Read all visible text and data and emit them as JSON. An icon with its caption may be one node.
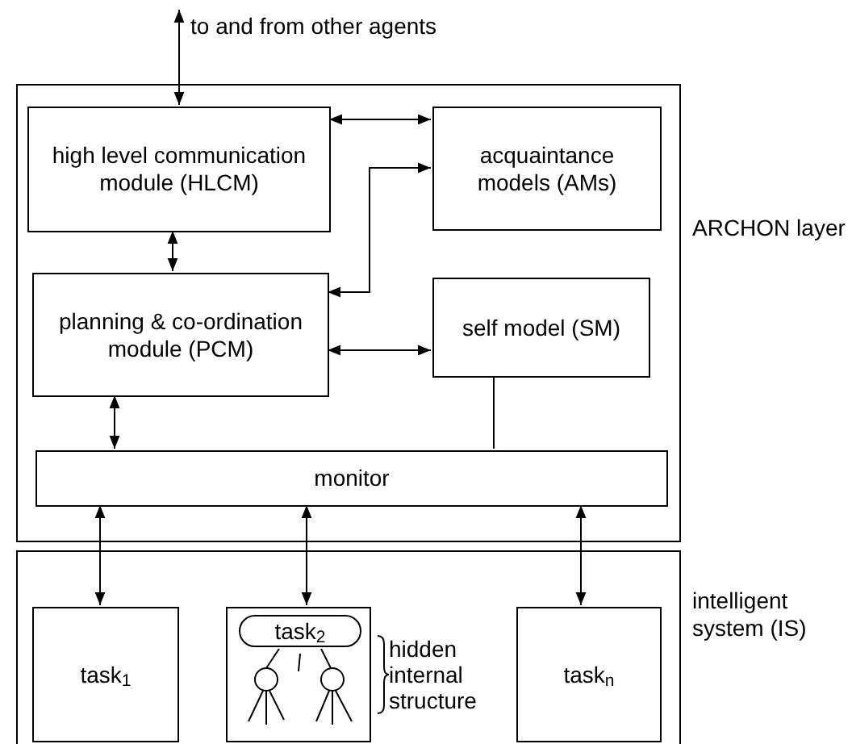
{
  "diagram": {
    "nodes": [
      {
        "text": [
          "ARCHON layer"
        ]
      },
      {
        "text": [
          "high level communication module (HLCM)"
        ],
        "in": 0
      },
      {
        "text": [
          "acquaintance models (AMs)"
        ],
        "in": 0
      },
      {
        "text": [
          "planning & co-ordination module (PCM)"
        ],
        "in": 0
      },
      {
        "text": [
          "self model (SM)"
        ],
        "in": 0
      },
      {
        "text": [
          "monitor"
        ],
        "in": 0
      },
      {
        "text": [
          "intelligent system (IS)"
        ]
      },
      {
        "text": [
          "task$_{1}$"
        ],
        "in": 6
      },
      {
        "text": [],
        "shape": "box",
        "in": 6,
        "beside": [
          "hidden internal structure"
        ]
      },
      {
        "text": [
          "task$_{2}$"
        ],
        "in": 8
      },
      {
        "text": [
          "task$_{n}$"
        ],
        "in": 6
      }
    ],
    "edges": [
      {
        "from": null,
        "to": 1,
        "arrow": "both",
        "label": "to and from other agents"
      },
      {
        "from": 1,
        "to": 2,
        "arrow": "both"
      },
      {
        "from": 1,
        "to": 3,
        "arrow": "both"
      },
      {
        "from": 3,
        "to": 2,
        "arrow": "both"
      },
      {
        "from": 3,
        "to": 4,
        "arrow": "both"
      },
      {
        "from": 3,
        "to": 5,
        "arrow": "both"
      },
      {
        "from": 4,
        "to": 5,
        "arrow": "none"
      },
      {
        "from": 5,
        "to": 7,
        "arrow": "both"
      },
      {
        "from": 5,
        "to": 8,
        "arrow": "both"
      },
      {
        "from": 5,
        "to": 10,
        "arrow": "both"
      }
    ]
  }
}
